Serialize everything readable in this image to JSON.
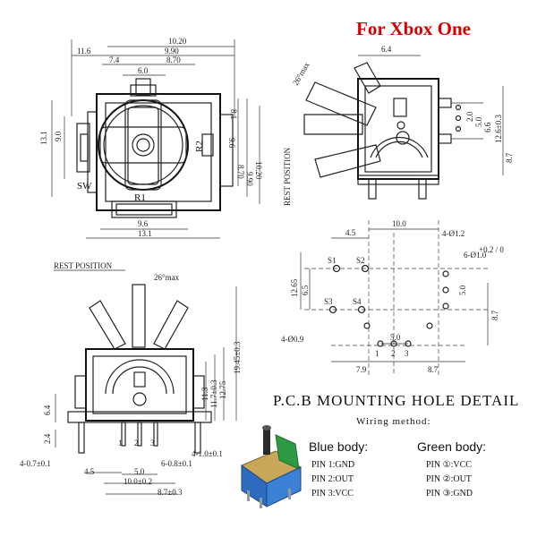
{
  "title": "For Xbox One",
  "top_left_view": {
    "dims_top": [
      "10.20",
      "11.6",
      "9.90",
      "7.4",
      "8.70",
      "6.0"
    ],
    "dims_left": [
      "13.1",
      "9.0"
    ],
    "dims_right": [
      "8.1",
      "9.6",
      "8.70",
      "9.90",
      "10.20"
    ],
    "dims_bottom": [
      "9.6",
      "13.1"
    ],
    "labels": [
      "SW",
      "R1",
      "R2"
    ]
  },
  "top_right_view": {
    "dims": [
      "6.4",
      "26°max",
      "2.0",
      "5.0",
      "6.6",
      "12.6±0.3",
      "8.7"
    ],
    "rest_label": "REST POSITION"
  },
  "bottom_left_view": {
    "rest_label": "REST POSITION",
    "angle": "26°max",
    "dims_right": [
      "11.3",
      "11.7±0.3",
      "12.75",
      "19.45±0.3"
    ],
    "dims_left": [
      "6.4",
      "2.4"
    ],
    "pin_numbers": [
      "1",
      "2",
      "3"
    ],
    "dims_bottom": [
      "4-0.7±0.1",
      "4.5",
      "4-1.0±0.1",
      "6-0.8±0.1",
      "5.0",
      "10.0±0.2",
      "8.7±0.3"
    ]
  },
  "pcb_view": {
    "dims": [
      "10.0",
      "4.5",
      "4-Ø1.2",
      "6-Ø1.0",
      "12.65",
      "6.5",
      "5.0",
      "8.7",
      "4-Ø0.9",
      "7.9",
      "8.7",
      "5.0"
    ],
    "tolerance": "+0.2 / 0",
    "hole_labels": [
      "S1",
      "S2",
      "S3",
      "S4",
      "1",
      "2",
      "3"
    ],
    "heading": "P.C.B MOUNTING HOLE DETAIL",
    "wiring_heading": "Wiring method:"
  },
  "wiring": {
    "blue": {
      "title": "Blue body:",
      "pins": [
        "PIN 1:GND",
        "PIN 2:OUT",
        "PIN 3:VCC"
      ]
    },
    "green": {
      "title": "Green body:",
      "pins": [
        "PIN ①:VCC",
        "PIN ②:OUT",
        "PIN ③:GND"
      ]
    }
  },
  "colors": {
    "title": "#d40000",
    "module_blue": "#2e6cc0",
    "module_green": "#2f9a45",
    "line": "#222222"
  }
}
